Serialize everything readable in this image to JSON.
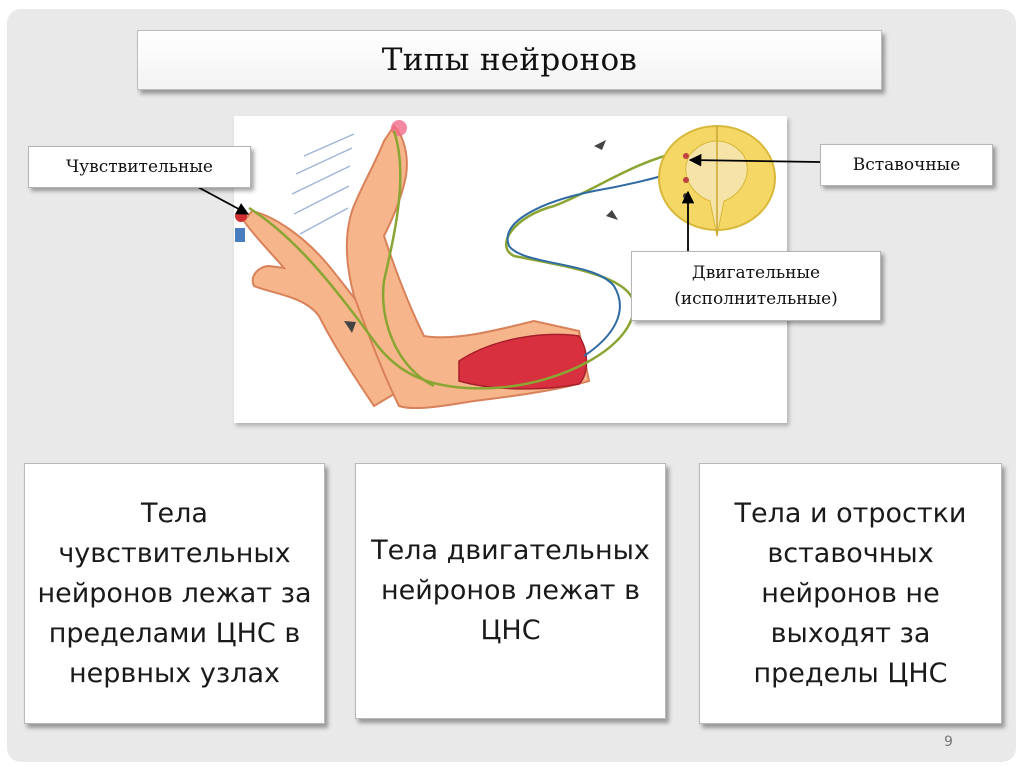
{
  "title": "Типы нейронов",
  "labels": {
    "sensory": "Чувствительные",
    "inter": "Вставочные",
    "motor_line1": "Двигательные",
    "motor_line2": "(исполнительные)"
  },
  "boxes": [
    "Тела чувствительных нейронов лежат за пределами ЦНС в нервных узлах",
    "Тела двигательных нейронов лежат в ЦНС",
    "Тела и отростки вставочных нейронов не выходят за пределы ЦНС"
  ],
  "page_number": "9",
  "colors": {
    "skin": "#f6b58a",
    "skin_outline": "#d9825a",
    "muscle": "#d8303f",
    "sensory_nerve": "#8aa533",
    "motor_nerve": "#2f6aa3",
    "spinal_cord": "#f4d765",
    "spinal_grey": "#f6e3a8"
  }
}
